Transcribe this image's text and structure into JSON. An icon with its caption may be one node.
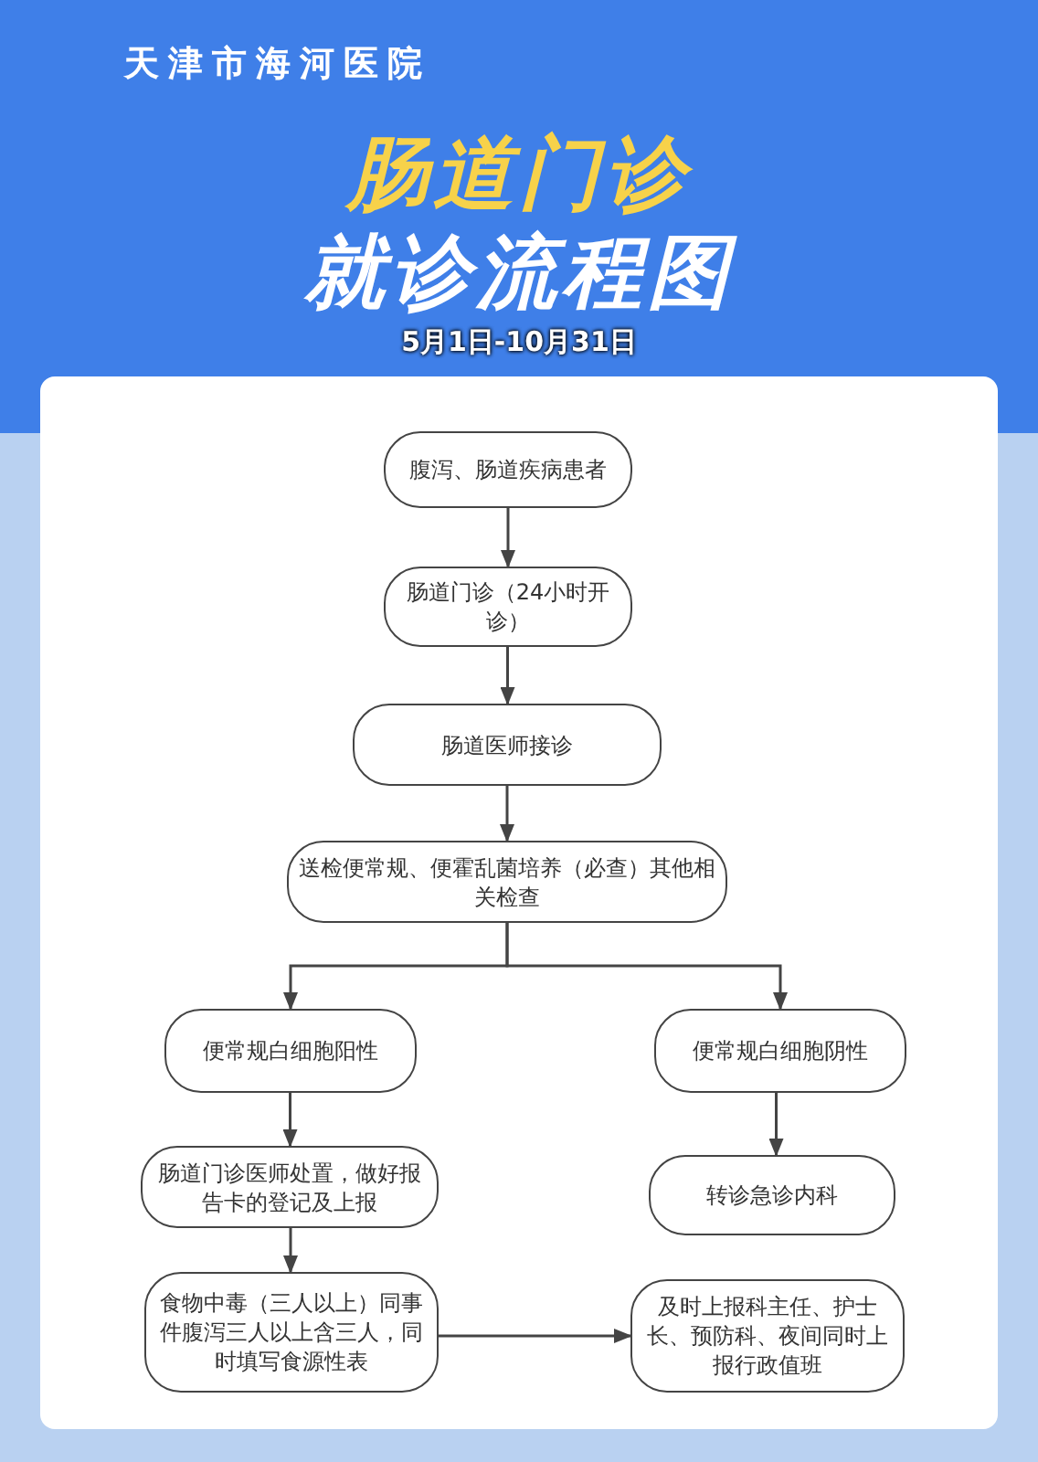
{
  "diagram": {
    "nodes": [
      {
        "text": [
          "腹泻、肠道疾病患者"
        ]
      },
      {
        "text": [
          "肠道门诊（24小时开诊）"
        ]
      },
      {
        "text": [
          "肠道医师接诊"
        ]
      },
      {
        "text": [
          "送检便常规、便霍乱菌培养（必查）其他相关检查"
        ]
      },
      {
        "text": [
          "便常规白细胞阳性"
        ]
      },
      {
        "text": [
          "便常规白细胞阴性"
        ]
      },
      {
        "text": [
          "肠道门诊医师处置，做好报告卡的登记及上报"
        ]
      },
      {
        "text": [
          "转诊急诊内科"
        ]
      },
      {
        "text": [
          "食物中毒（三人以上）同事件腹泻三人以上含三人，同时填写食源性表"
        ]
      },
      {
        "text": [
          "及时上报科主任、护士长、预防科、夜间同时上报行政值班"
        ]
      }
    ],
    "edges": [
      {
        "from": 0,
        "to": 1,
        "arrow": "to"
      },
      {
        "from": 1,
        "to": 2,
        "arrow": "to"
      },
      {
        "from": 2,
        "to": 3,
        "arrow": "to"
      },
      {
        "from": 3,
        "to": 4,
        "arrow": "to"
      },
      {
        "from": 3,
        "to": 5,
        "arrow": "to"
      },
      {
        "from": 4,
        "to": 6,
        "arrow": "to"
      },
      {
        "from": 5,
        "to": 7,
        "arrow": "to"
      },
      {
        "from": 6,
        "to": 8,
        "arrow": "to"
      },
      {
        "from": 8,
        "to": 9,
        "arrow": "to"
      }
    ],
    "labels": [
      "天津市海河医院",
      "肠道门诊",
      "就诊流程图",
      "5月1日-10月31日"
    ]
  }
}
